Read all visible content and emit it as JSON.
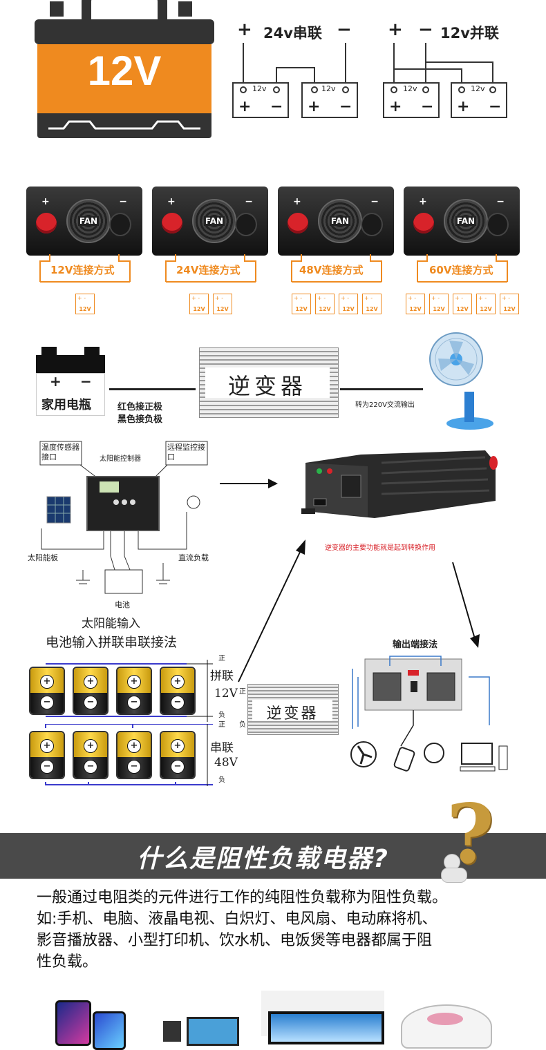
{
  "top_section": {
    "battery_label": "12V",
    "series_title": "24v串联",
    "parallel_title": "12v并联",
    "cell_label": "12v",
    "plus": "+",
    "minus": "−"
  },
  "inverters": {
    "fan_label": "FAN",
    "plus": "+",
    "minus": "−",
    "cell_label": "12V",
    "cell_pm": "+ -",
    "configs": [
      "12V连接方式",
      "24V连接方式",
      "48V连接方式",
      "60V连接方式"
    ]
  },
  "home_setup": {
    "battery_label": "家用电瓶",
    "plus": "+",
    "minus": "−",
    "red_note": "红色接正极",
    "black_note": "黑色接负极",
    "inverter_label": "逆变器",
    "output_note": "转为220V交流输出"
  },
  "solar": {
    "temp_port": "温度传感器接口",
    "controller": "太阳能控制器",
    "remote_port": "远程监控接口",
    "panel": "太阳能板",
    "dc_load": "直流负载",
    "battery": "电池",
    "caption": "太阳能输入"
  },
  "main_note": "逆变器的主要功能就是起到转换作用",
  "battery_wiring": {
    "title": "电池输入拼联串联接法",
    "parallel": "拼联",
    "parallel_v": "12V",
    "series": "串联",
    "series_v": "48V",
    "pos": "正",
    "neg": "负",
    "inverter_label": "逆变器"
  },
  "output": {
    "title": "输出端接法"
  },
  "banner": {
    "title": "什么是阻性负载电器?"
  },
  "description": {
    "lines": [
      "一般通过电阻类的元件进行工作的纯阻性负载称为阻性负载。",
      "如:手机、电脑、液晶电视、白炽灯、电风扇、电动麻将机、",
      "影音播放器、小型打印机、饮水机、电饭煲等电器都属于阻",
      "性负载。"
    ]
  },
  "colors": {
    "orange": "#ef8a1f",
    "banner_bg": "#4a4a4a",
    "red": "#d8232a"
  }
}
